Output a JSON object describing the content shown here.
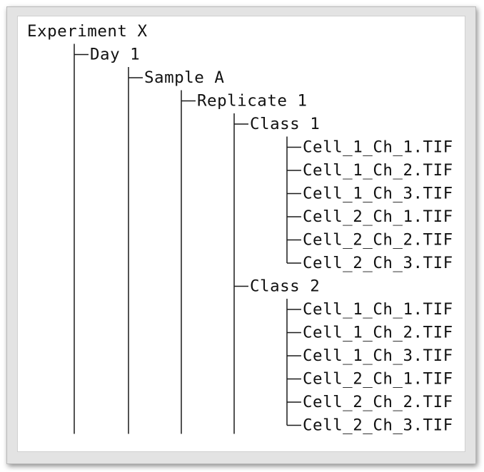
{
  "tree": {
    "root": "Experiment X",
    "day": "Day 1",
    "sample": "Sample A",
    "replicate": "Replicate 1",
    "classes": [
      {
        "label": "Class 1",
        "files": [
          "Cell_1_Ch_1.TIF",
          "Cell_1_Ch_2.TIF",
          "Cell_1_Ch_3.TIF",
          "Cell_2_Ch_1.TIF",
          "Cell_2_Ch_2.TIF",
          "Cell_2_Ch_3.TIF"
        ]
      },
      {
        "label": "Class 2",
        "files": [
          "Cell_1_Ch_1.TIF",
          "Cell_1_Ch_2.TIF",
          "Cell_1_Ch_3.TIF",
          "Cell_2_Ch_1.TIF",
          "Cell_2_Ch_2.TIF",
          "Cell_2_Ch_3.TIF"
        ]
      }
    ]
  }
}
